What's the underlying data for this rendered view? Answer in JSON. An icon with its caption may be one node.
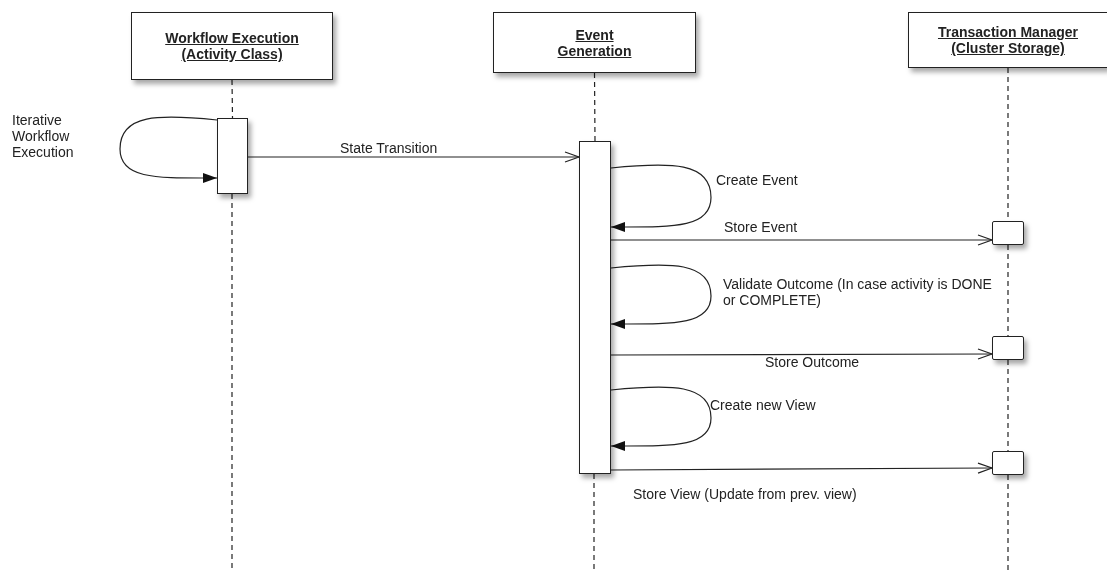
{
  "diagram": {
    "nodes": [
      {
        "text": [
          "Workflow Execution (Activity Class)"
        ]
      },
      {
        "text": [
          "Event Generation"
        ]
      },
      {
        "text": [
          "Transaction Manager (Cluster Storage)"
        ]
      },
      {
        "text": [],
        "shape": "bar"
      },
      {
        "text": [],
        "shape": "bar"
      },
      {
        "text": [],
        "shape": "box"
      },
      {
        "text": [],
        "shape": "box"
      },
      {
        "text": [],
        "shape": "box"
      }
    ],
    "edges": [
      {
        "from": 0,
        "to": 3,
        "arrow": "none",
        "style": "dashed"
      },
      {
        "from": 1,
        "to": 4,
        "arrow": "none",
        "style": "dashed"
      },
      {
        "from": 2,
        "to": 5,
        "arrow": "none",
        "style": "dashed"
      },
      {
        "from": 5,
        "to": 6,
        "arrow": "none",
        "style": "dashed"
      },
      {
        "from": 6,
        "to": 7,
        "arrow": "none",
        "style": "dashed"
      },
      {
        "from": 3,
        "to": 3,
        "arrow": "to",
        "label": "Iterative Workflow Execution"
      },
      {
        "from": 3,
        "to": 4,
        "arrow": "to",
        "label": "State Transition"
      },
      {
        "from": 4,
        "to": 4,
        "arrow": "to",
        "label": "Create Event"
      },
      {
        "from": 4,
        "to": 5,
        "arrow": "to",
        "label": "Store Event"
      },
      {
        "from": 4,
        "to": 4,
        "arrow": "to",
        "label": "Validate Outcome (In case activity is DONE or COMPLETE)"
      },
      {
        "from": 4,
        "to": 6,
        "arrow": "to",
        "label": "Store Outcome"
      },
      {
        "from": 4,
        "to": 4,
        "arrow": "to",
        "label": "Create new View"
      },
      {
        "from": 4,
        "to": 7,
        "arrow": "to",
        "label": "Store View (Update from prev. view)"
      }
    ]
  }
}
